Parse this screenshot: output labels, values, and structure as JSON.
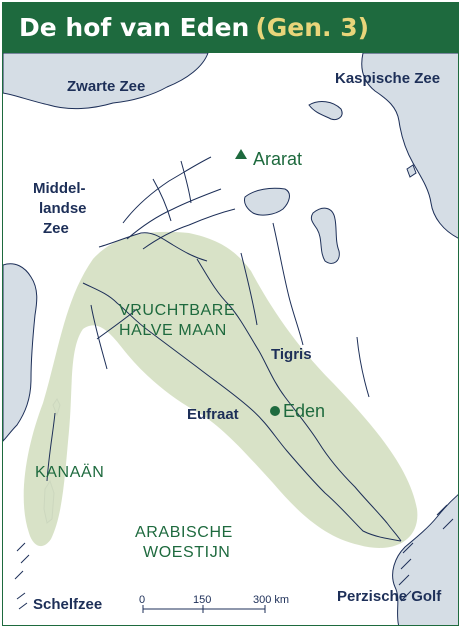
{
  "title": {
    "main": "De hof van Eden",
    "sub": "(Gen. 3)"
  },
  "seas": {
    "zwarte_zee": "Zwarte Zee",
    "kaspische_zee": "Kaspische Zee",
    "middellandse_zee": [
      "Middel-",
      "landse",
      "Zee"
    ],
    "perzische_golf": "Perzische Golf"
  },
  "places": {
    "ararat": "Ararat",
    "eden": "Eden",
    "kanaan": "KANAÄN"
  },
  "regions": {
    "vruchtbare_halve_maan": [
      "VRUCHTBARE",
      "HALVE MAAN"
    ],
    "arabische_woestijn": [
      "ARABISCHE",
      "WOESTIJN"
    ]
  },
  "rivers": {
    "tigris": "Tigris",
    "eufraat": "Eufraat"
  },
  "legend": {
    "shelf_label": "Schelfzee"
  },
  "scale": {
    "ticks": [
      "0",
      "150",
      "300 km"
    ]
  },
  "colors": {
    "title_bg": "#1e6a3e",
    "title_sub": "#e8d57a",
    "crescent": "#d6e0c4",
    "water": "#d5dde5",
    "label_navy": "#1d2f58",
    "label_green": "#1e6a3e"
  }
}
